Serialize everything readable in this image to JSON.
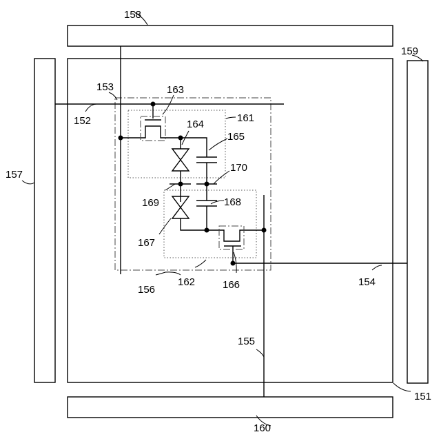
{
  "labels": {
    "l151": "151",
    "l152": "152",
    "l153": "153",
    "l154": "154",
    "l155": "155",
    "l156": "156",
    "l157": "157",
    "l158": "158",
    "l159": "159",
    "l160": "160",
    "l161": "161",
    "l162": "162",
    "l163": "163",
    "l164": "164",
    "l165": "165",
    "l166": "166",
    "l167": "167",
    "l168": "168",
    "l169": "169",
    "l170": "170"
  }
}
